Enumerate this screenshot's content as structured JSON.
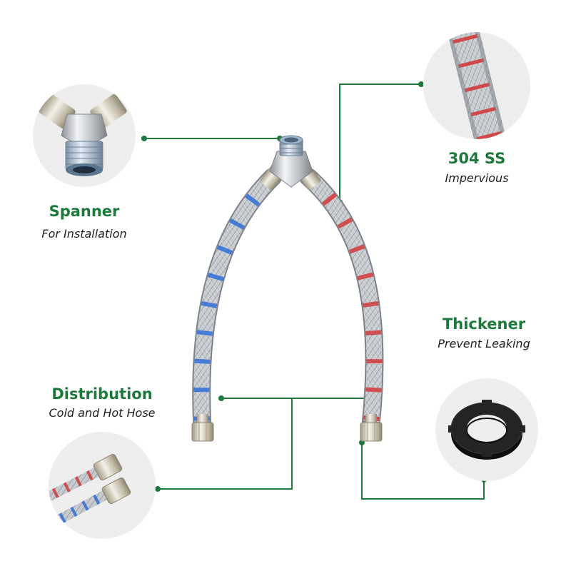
{
  "features": {
    "spanner": {
      "title": "Spanner",
      "subtitle": "For Installation"
    },
    "steel": {
      "title": "304 SS",
      "subtitle": "Impervious"
    },
    "thickener": {
      "title": "Thickener",
      "subtitle": "Prevent Leaking"
    },
    "distribution": {
      "title": "Distribution",
      "subtitle": "Cold and Hot Hose"
    }
  },
  "colors": {
    "accent": "#1e7a3c",
    "cold_stripe": "#2f6fd6",
    "hot_stripe": "#d23a3a",
    "steel": "#c9cdd2",
    "gasket": "#1c1c1c"
  },
  "icons": {
    "spanner": "y-connector-icon",
    "steel": "braided-hose-icon",
    "thickener": "rubber-gasket-icon",
    "distribution": "hose-nuts-icon"
  }
}
